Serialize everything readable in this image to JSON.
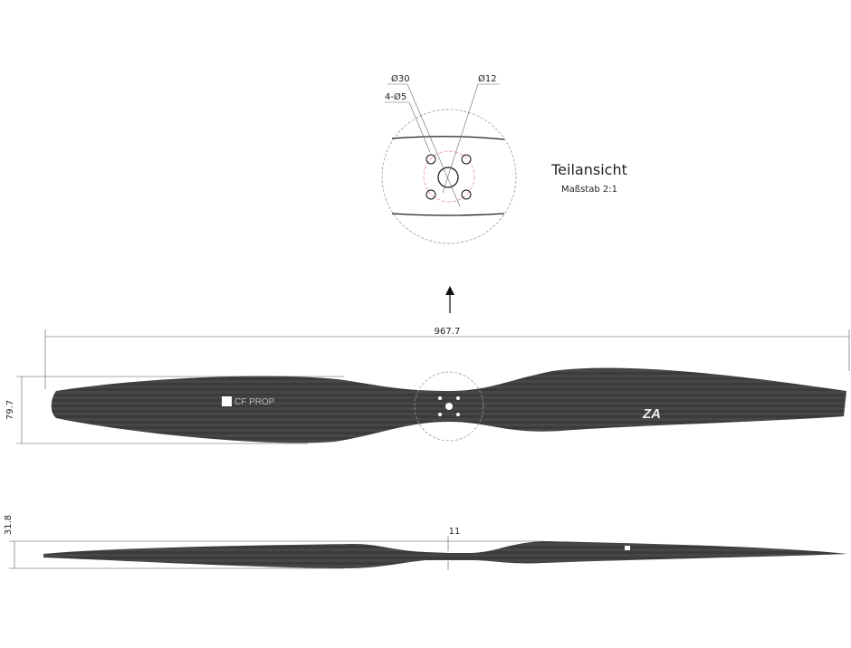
{
  "detail_view": {
    "title": "Teilansicht",
    "scale": "Maßstab 2:1",
    "labels": {
      "outer_diameter": "Ø30",
      "bolt_holes": "4-Ø5",
      "center_hole": "Ø12"
    }
  },
  "dimensions": {
    "length": "967.7",
    "width": "79.7",
    "thickness": "31.8",
    "hub_thickness": "11"
  },
  "logos": {
    "brand": "CF PROP",
    "right_mark": "ZA"
  },
  "colors": {
    "blade": "#3a3a3c",
    "dim_line": "#555555",
    "pitch_circle": "#e88a8a"
  }
}
